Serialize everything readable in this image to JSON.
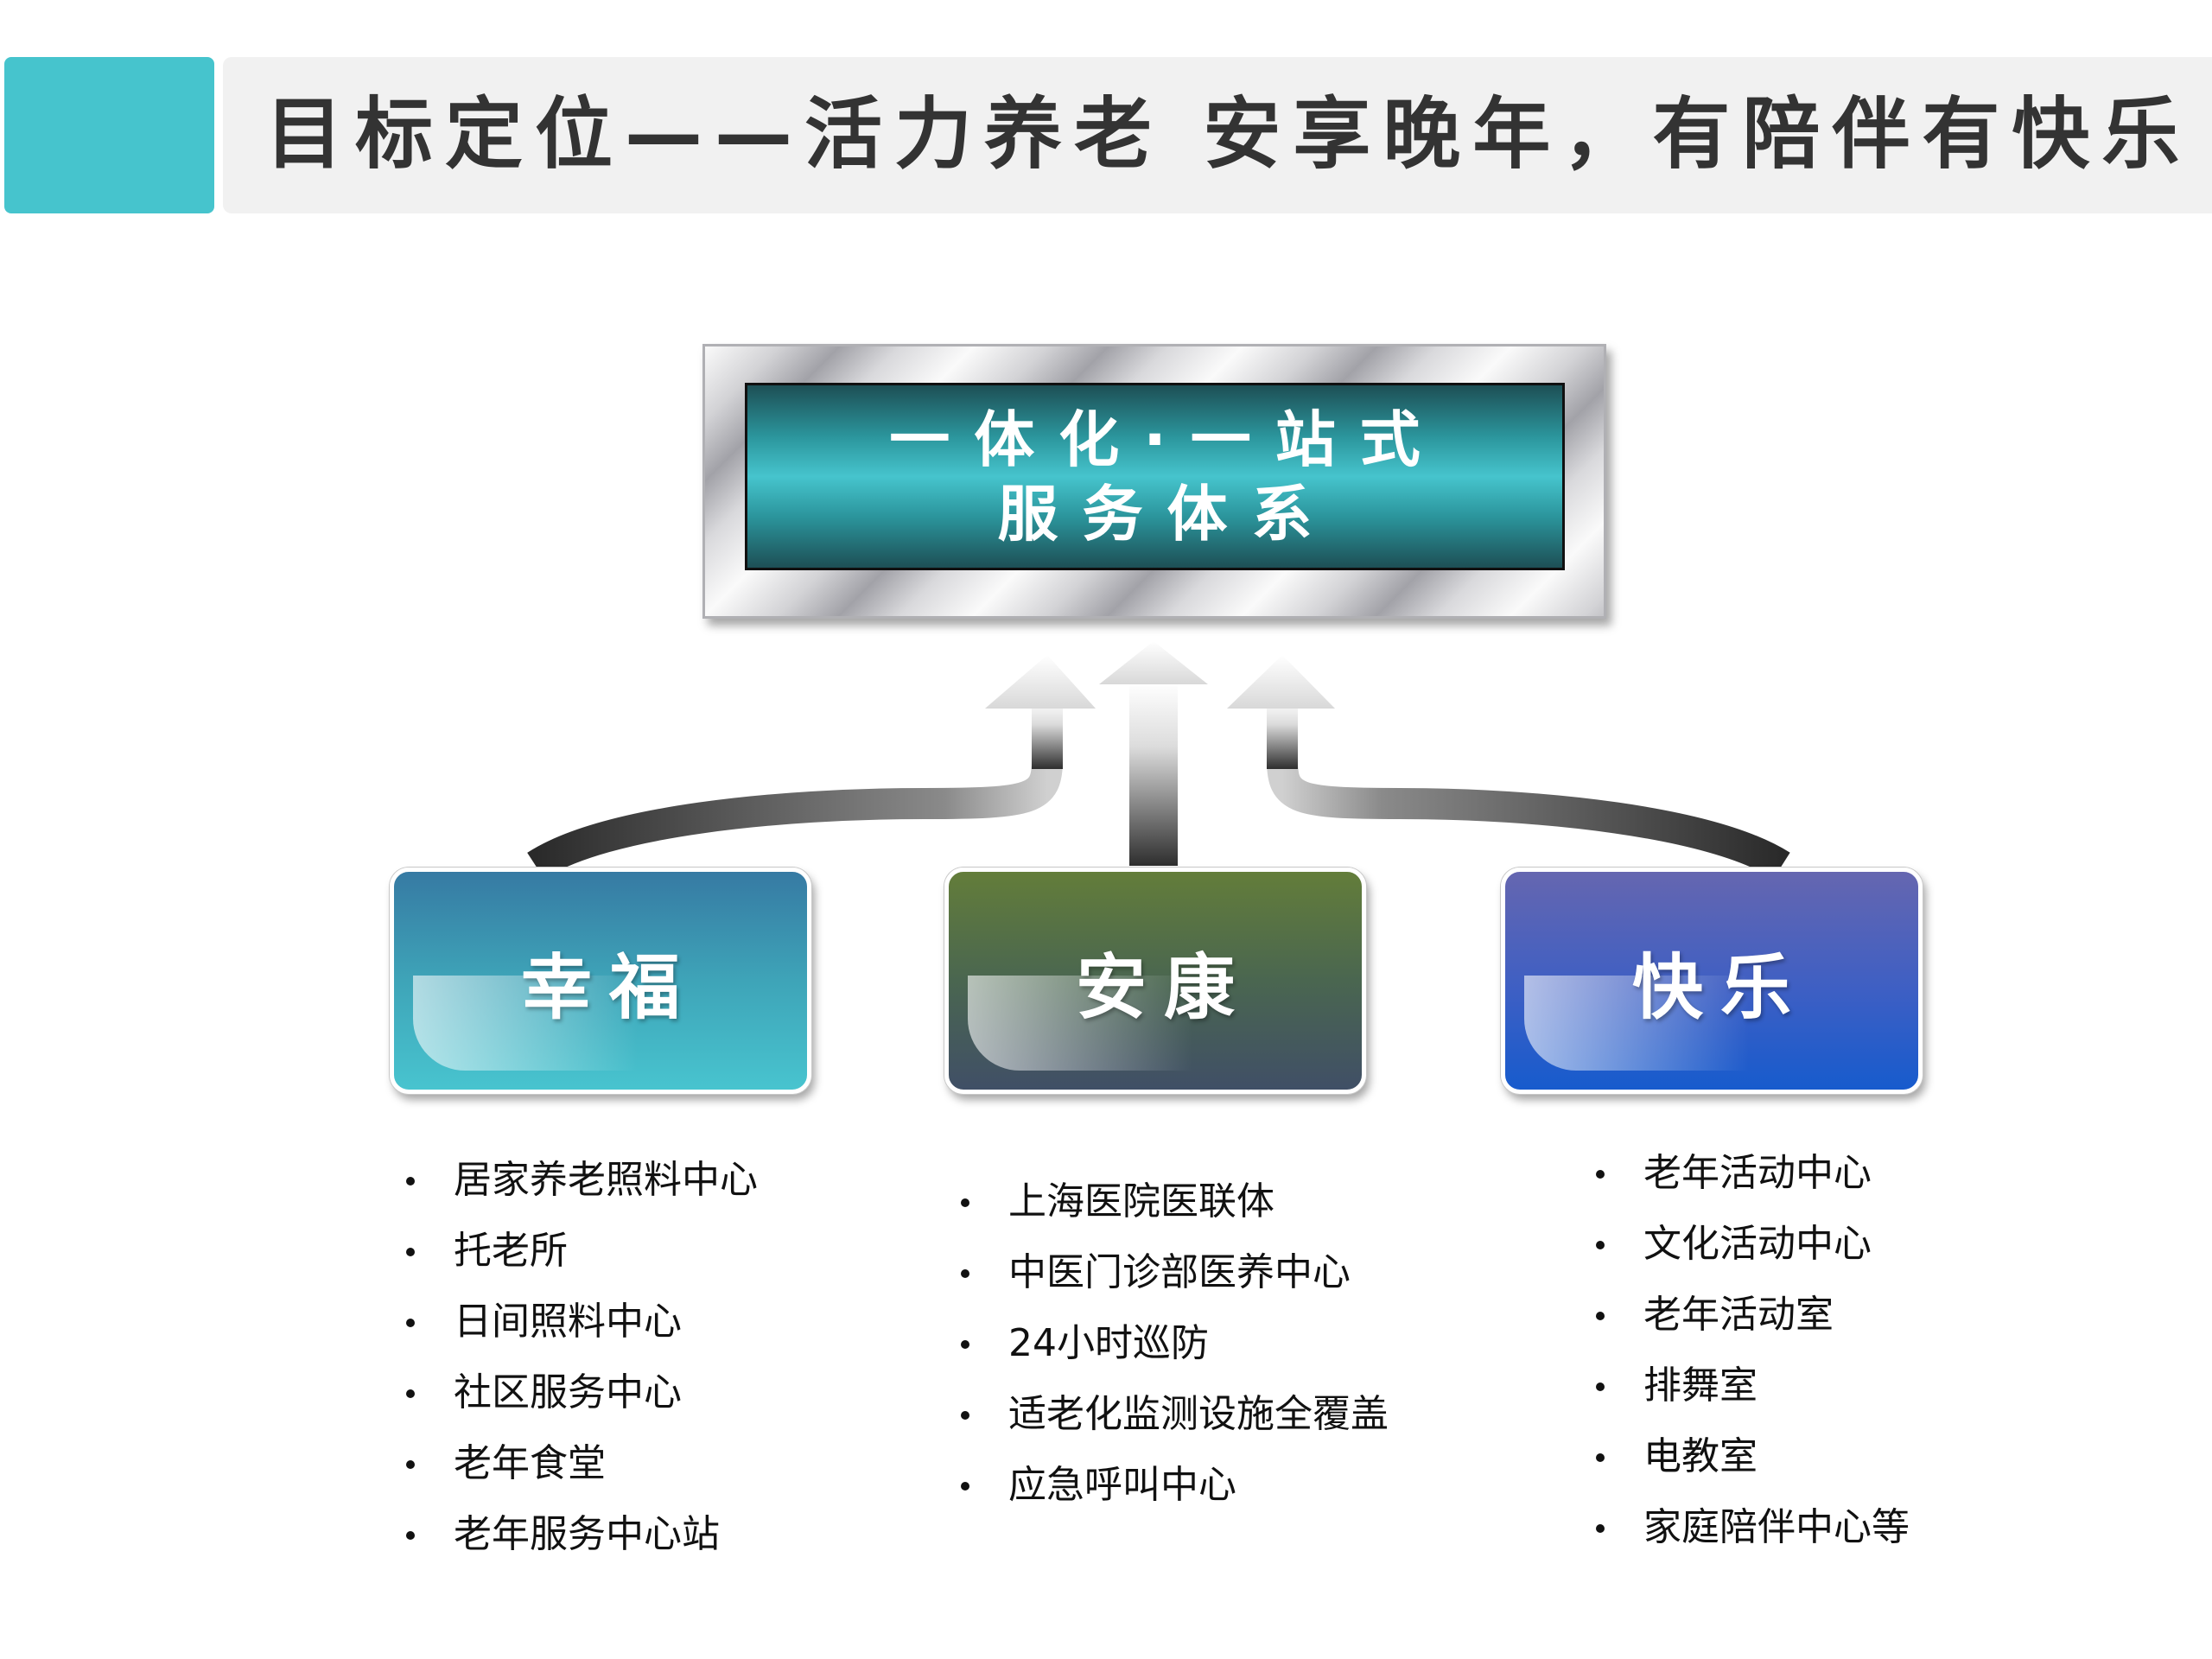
{
  "header": {
    "title": "目标定位——活力养老 安享晚年，有陪伴有快乐",
    "accent_color": "#46c4cd"
  },
  "core": {
    "line1": "一体化·一站式",
    "line2": "服务体系"
  },
  "pillars": [
    {
      "label": "幸福",
      "color": "#3ea4b8",
      "items": [
        "居家养老照料中心",
        "托老所",
        "日间照料中心",
        "社区服务中心",
        "老年食堂",
        "老年服务中心站"
      ]
    },
    {
      "label": "安康",
      "color": "#4a6650",
      "items": [
        "上海医院医联体",
        "中医门诊部医养中心",
        "24小时巡防",
        "适老化监测设施全覆盖",
        "应急呼叫中心"
      ]
    },
    {
      "label": "快乐",
      "color": "#3d5fc4",
      "items": [
        "老年活动中心",
        "文化活动中心",
        "老年活动室",
        "排舞室",
        "电教室",
        "家庭陪伴中心等"
      ]
    }
  ]
}
